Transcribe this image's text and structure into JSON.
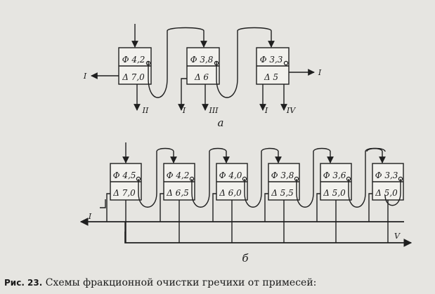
{
  "caption": {
    "prefix": "Рис. 23.",
    "text": "Схемы фракционной очистки гречихи от примесей:"
  },
  "scheme_a": {
    "label": "а",
    "sieves": [
      {
        "phi": "Ф 4,2",
        "delta": "Δ 7,0"
      },
      {
        "phi": "Ф 3,8",
        "delta": "Δ 6"
      },
      {
        "phi": "Ф 3,3",
        "delta": "Δ 5"
      }
    ],
    "outputs": {
      "left": "I",
      "right": "I",
      "s1_down": "II",
      "s2_left": "I",
      "s2_down": "III",
      "s3_left": "I",
      "s3_down": "IV"
    }
  },
  "scheme_b": {
    "label": "б",
    "sieves": [
      {
        "phi": "Ф 4,5",
        "delta": "Δ 7,0"
      },
      {
        "phi": "Ф 4,2",
        "delta": "Δ 6,5"
      },
      {
        "phi": "Ф 4,0",
        "delta": "Δ 6,0"
      },
      {
        "phi": "Ф 3,8",
        "delta": "Δ 5,5"
      },
      {
        "phi": "Ф 3,6",
        "delta": "Δ 5,0"
      },
      {
        "phi": "Ф 3,3",
        "delta": "Δ 5,0"
      }
    ],
    "outputs": {
      "left": "I",
      "right": "V"
    }
  }
}
